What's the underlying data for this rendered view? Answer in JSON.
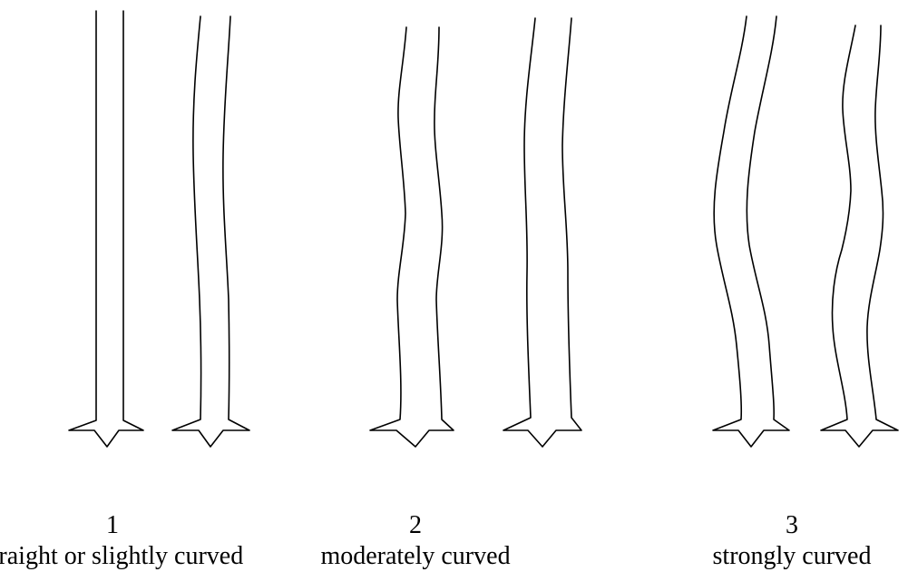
{
  "groups": [
    {
      "number": "1",
      "description": "straight or slightly curved"
    },
    {
      "number": "2",
      "description": "moderately curved"
    },
    {
      "number": "3",
      "description": "strongly curved"
    }
  ]
}
